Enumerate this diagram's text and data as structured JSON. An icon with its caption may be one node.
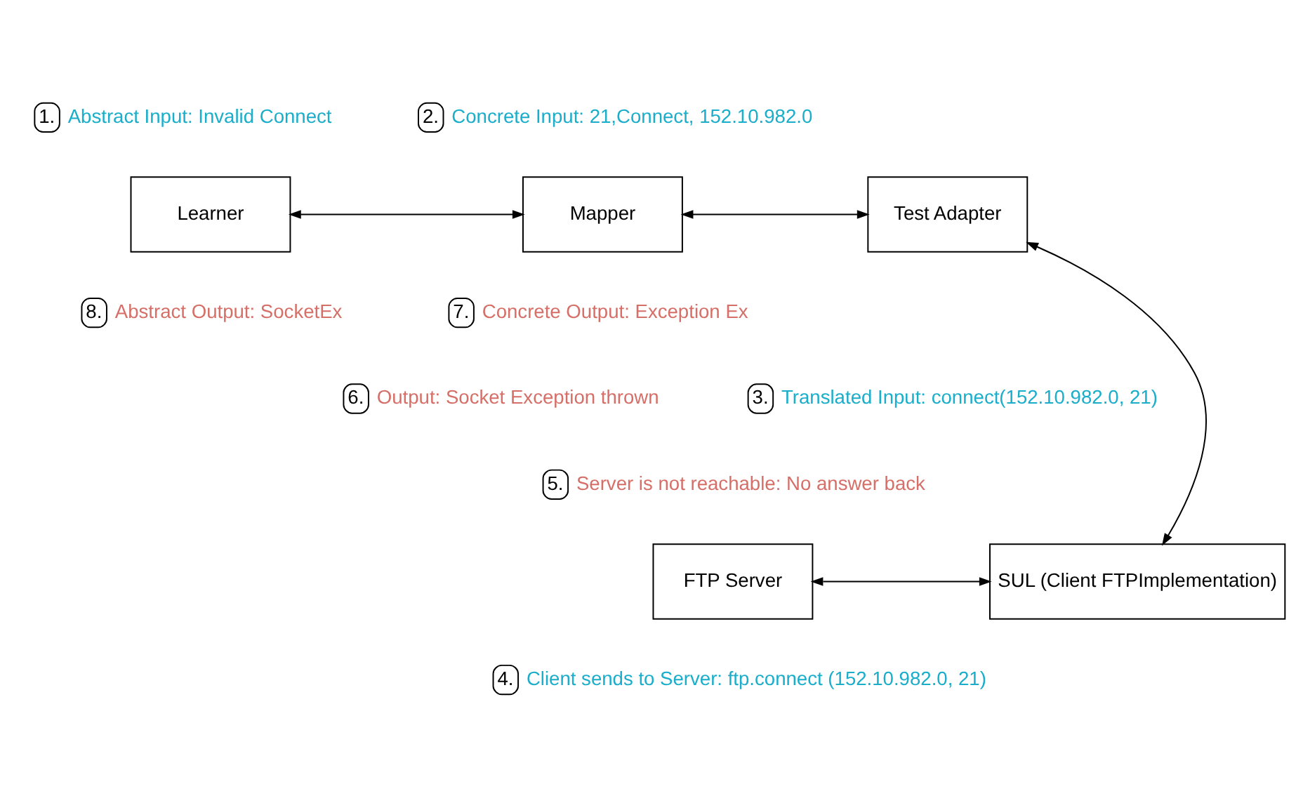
{
  "diagram": {
    "nodes": [
      {
        "text": [
          "1."
        ],
        "beside": [
          "Abstract Input: Invalid Connect"
        ]
      },
      {
        "text": [
          "2."
        ],
        "beside": [
          "Concrete Input: 21,Connect, 152.10.982.0"
        ]
      },
      {
        "text": [
          "Learner"
        ]
      },
      {
        "text": [
          "Mapper"
        ]
      },
      {
        "text": [
          "Test Adapter"
        ]
      },
      {
        "text": [
          "8."
        ],
        "beside": [
          "Abstract Output: SocketEx"
        ]
      },
      {
        "text": [
          "7."
        ],
        "beside": [
          "Concrete Output: Exception Ex"
        ]
      },
      {
        "text": [
          "6."
        ],
        "beside": [
          "Output: Socket Exception thrown"
        ]
      },
      {
        "text": [
          "3."
        ],
        "beside": [
          "Translated Input: connect(152.10.982.0, 21)"
        ]
      },
      {
        "text": [
          "5."
        ],
        "beside": [
          "Server is not reachable: No answer back"
        ]
      },
      {
        "text": [
          "FTP Server"
        ]
      },
      {
        "text": [
          "SUL (Client FTPImplementation)"
        ]
      },
      {
        "text": [
          "4."
        ],
        "beside": [
          "Client sends to Server: ftp.connect (152.10.982.0, 21)"
        ]
      }
    ],
    "edges": [
      {
        "from": 2,
        "to": 3,
        "arrow": "both"
      },
      {
        "from": 3,
        "to": 4,
        "arrow": "both"
      },
      {
        "from": 4,
        "to": 11,
        "arrow": "both"
      },
      {
        "from": 10,
        "to": 11,
        "arrow": "both"
      }
    ]
  }
}
